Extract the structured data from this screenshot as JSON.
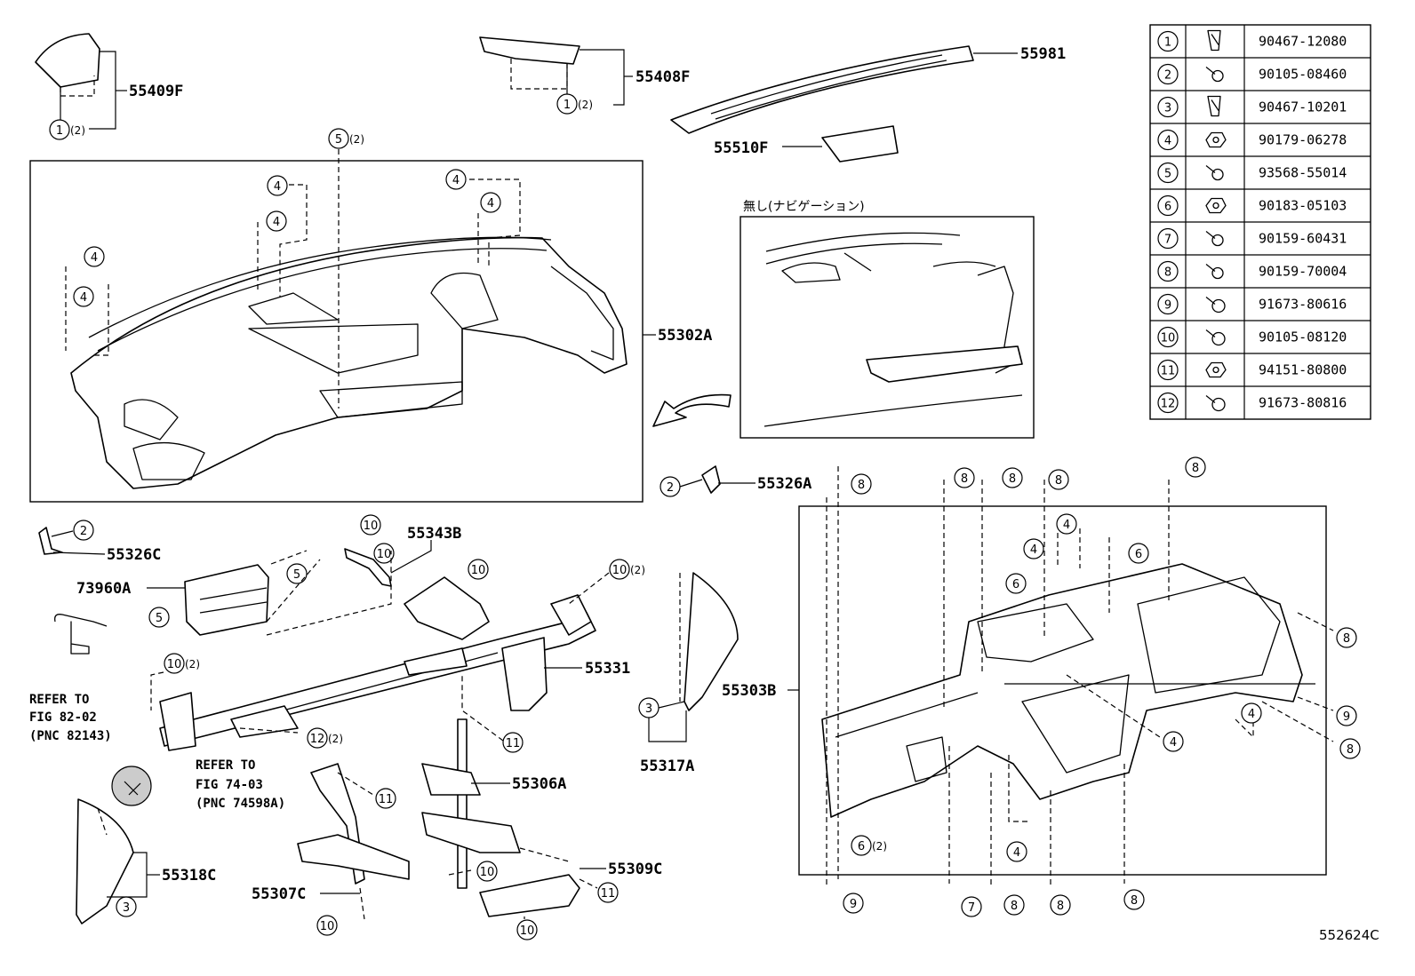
{
  "diagram_id": "552624C",
  "note_jp": "無し(ナビゲーション)",
  "parts": {
    "p55409F": "55409F",
    "p55408F": "55408F",
    "p55981": "55981",
    "p55510F": "55510F",
    "p55302A": "55302A",
    "p55326A": "55326A",
    "p55326C": "55326C",
    "p55343B": "55343B",
    "p73960A": "73960A",
    "p55331": "55331",
    "p55317A": "55317A",
    "p55303B": "55303B",
    "p55306A": "55306A",
    "p55318C": "55318C",
    "p55309C": "55309C",
    "p55307C": "55307C"
  },
  "refs": {
    "ref1_line1": "REFER TO",
    "ref1_line2": "FIG 82-02",
    "ref1_line3": "(PNC 82143)",
    "ref2_line1": "REFER TO",
    "ref2_line2": "FIG 74-03",
    "ref2_line3": "(PNC 74598A)"
  },
  "qty": {
    "two": "(2)"
  },
  "fasteners": [
    {
      "num": "1",
      "part": "90467-12080",
      "icon": "clip-icon"
    },
    {
      "num": "2",
      "part": "90105-08460",
      "icon": "screw-icon"
    },
    {
      "num": "3",
      "part": "90467-10201",
      "icon": "clip-icon"
    },
    {
      "num": "4",
      "part": "90179-06278",
      "icon": "nut-icon"
    },
    {
      "num": "5",
      "part": "93568-55014",
      "icon": "screw-icon"
    },
    {
      "num": "6",
      "part": "90183-05103",
      "icon": "nut-icon"
    },
    {
      "num": "7",
      "part": "90159-60431",
      "icon": "screw-icon"
    },
    {
      "num": "8",
      "part": "90159-70004",
      "icon": "screw-icon"
    },
    {
      "num": "9",
      "part": "91673-80616",
      "icon": "bolt-icon"
    },
    {
      "num": "10",
      "part": "90105-08120",
      "icon": "bolt-icon"
    },
    {
      "num": "11",
      "part": "94151-80800",
      "icon": "nut-icon"
    },
    {
      "num": "12",
      "part": "91673-80816",
      "icon": "bolt-icon"
    }
  ],
  "callouts": {
    "c1": "1",
    "c2": "2",
    "c3": "3",
    "c4": "4",
    "c5": "5",
    "c6": "6",
    "c7": "7",
    "c8": "8",
    "c9": "9",
    "c10": "10",
    "c11": "11",
    "c12": "12"
  }
}
